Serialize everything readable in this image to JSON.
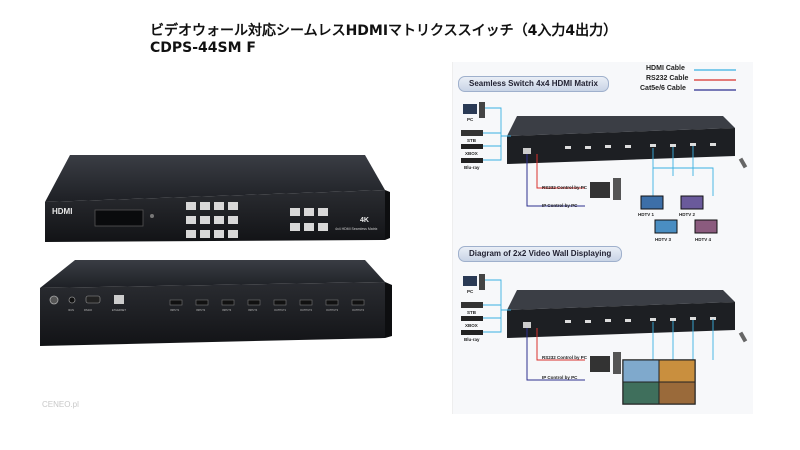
{
  "title": "ビデオウォール対応シームレスHDMIマトリクススイッチ（4入力4出力）",
  "subtitle": "CDPS-44SM F",
  "photo": {
    "brand": "HDMI",
    "badge": "4K",
    "model_caption": "4x4 HDMI Seamless Matrix",
    "port_labels": [
      "RS232",
      "IR-IN",
      "ETHERNET",
      "INPUT1",
      "INPUT2",
      "INPUT3",
      "INPUT4",
      "OUTPUT1",
      "OUTPUT2",
      "OUTPUT3",
      "OUTPUT4"
    ],
    "watermark": "CENEO.pl"
  },
  "legend": [
    {
      "label": "HDMI Cable",
      "color": "#3ab0e2"
    },
    {
      "label": "RS232 Cable",
      "color": "#d9302c"
    },
    {
      "label": "Cat5e/6 Cable",
      "color": "#2d2f8f"
    }
  ],
  "diagram1": {
    "banner": "Seamless Switch 4x4 HDMI Matrix",
    "sources": [
      "PC",
      "STB",
      "XBOX",
      "Blu-ray"
    ],
    "control_rs232": "RS232 Control by PC",
    "control_ip": "IP Control by PC",
    "displays": [
      "HDTV 1",
      "HDTV 2",
      "HDTV 3",
      "HDTV 4"
    ]
  },
  "diagram2": {
    "banner": "Diagram of 2x2 Video Wall Displaying",
    "sources": [
      "PC",
      "STB",
      "XBOX",
      "Blu-ray"
    ],
    "control_rs232": "RS232 Control by PC",
    "control_ip": "IP Control by PC"
  }
}
